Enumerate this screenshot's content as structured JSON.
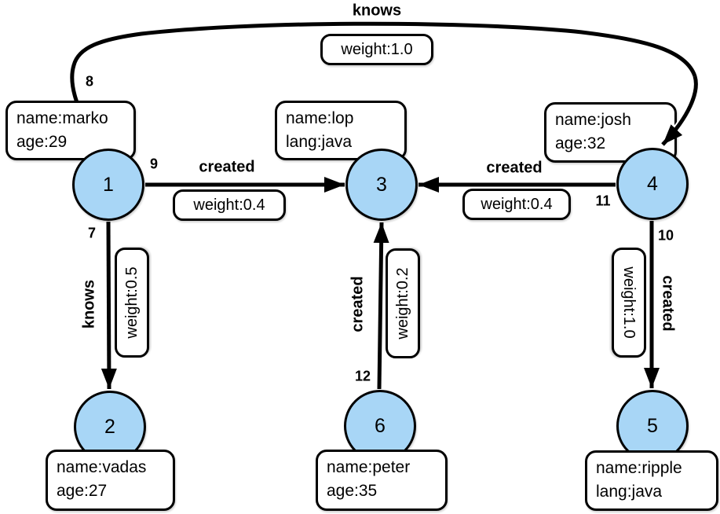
{
  "colors": {
    "node_fill": "#a8d6f6",
    "node_stroke": "#000000",
    "edge_color": "#000000",
    "box_fill": "#ffffff",
    "label_halo": "#ffffff"
  },
  "nodes": [
    {
      "id": "1",
      "props": [
        "name:marko",
        "age:29"
      ]
    },
    {
      "id": "2",
      "props": [
        "name:vadas",
        "age:27"
      ]
    },
    {
      "id": "3",
      "props": [
        "name:lop",
        "lang:java"
      ]
    },
    {
      "id": "4",
      "props": [
        "name:josh",
        "age:32"
      ]
    },
    {
      "id": "5",
      "props": [
        "name:ripple",
        "lang:java"
      ]
    },
    {
      "id": "6",
      "props": [
        "name:peter",
        "age:35"
      ]
    }
  ],
  "edges": [
    {
      "id": "7",
      "label": "knows",
      "weight": "weight:0.5",
      "from": "1",
      "to": "2"
    },
    {
      "id": "8",
      "label": "knows",
      "weight": "weight:1.0",
      "from": "1",
      "to": "4"
    },
    {
      "id": "9",
      "label": "created",
      "weight": "weight:0.4",
      "from": "1",
      "to": "3"
    },
    {
      "id": "10",
      "label": "created",
      "weight": "weight:1.0",
      "from": "4",
      "to": "5"
    },
    {
      "id": "11",
      "label": "created",
      "weight": "weight:0.4",
      "from": "4",
      "to": "3"
    },
    {
      "id": "12",
      "label": "created",
      "weight": "weight:0.2",
      "from": "6",
      "to": "3"
    }
  ]
}
